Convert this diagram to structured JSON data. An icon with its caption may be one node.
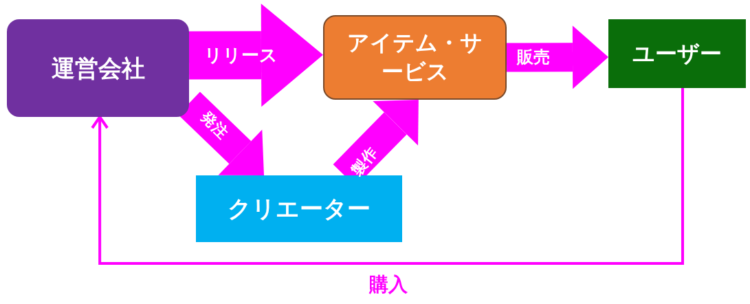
{
  "diagram": {
    "nodes": [
      {
        "text": [
          "運営会社"
        ]
      },
      {
        "text": [
          "アイテム・サービス"
        ]
      },
      {
        "text": [
          "ユーザー"
        ]
      },
      {
        "text": [
          "クリエーター"
        ]
      }
    ],
    "edges": [
      {
        "from": 0,
        "to": 1,
        "arrow": "to",
        "label": "リリース"
      },
      {
        "from": 1,
        "to": 2,
        "arrow": "to",
        "label": "販売"
      },
      {
        "from": 0,
        "to": 3,
        "arrow": "to",
        "label": "発注"
      },
      {
        "from": 3,
        "to": 1,
        "arrow": "to",
        "label": "製作"
      },
      {
        "from": 2,
        "to": 0,
        "arrow": "to",
        "label": "購入"
      }
    ]
  }
}
